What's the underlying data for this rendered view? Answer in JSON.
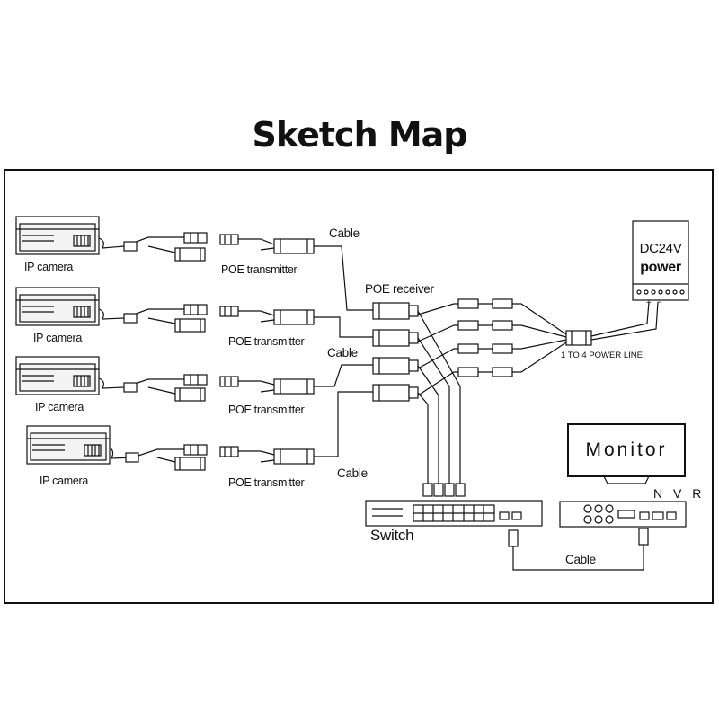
{
  "title": "Sketch Map",
  "labels": {
    "camera": "IP camera",
    "transmitter": "POE transmitter",
    "receiver": "POE receiver",
    "cable": "Cable",
    "power_supply_voltage": "DC24V",
    "power_supply_label": "power",
    "power_line": "1 TO 4 POWER LINE",
    "switch": "Switch",
    "monitor": "Monitor",
    "nvr": "N V R",
    "plus": "+",
    "minus": "-"
  },
  "cameras": [
    {
      "label": "IP camera"
    },
    {
      "label": "IP camera"
    },
    {
      "label": "IP camera"
    },
    {
      "label": "IP camera"
    }
  ],
  "transmitters": [
    {
      "label": "POE transmitter"
    },
    {
      "label": "POE transmitter"
    },
    {
      "label": "POE transmitter"
    },
    {
      "label": "POE transmitter"
    }
  ]
}
